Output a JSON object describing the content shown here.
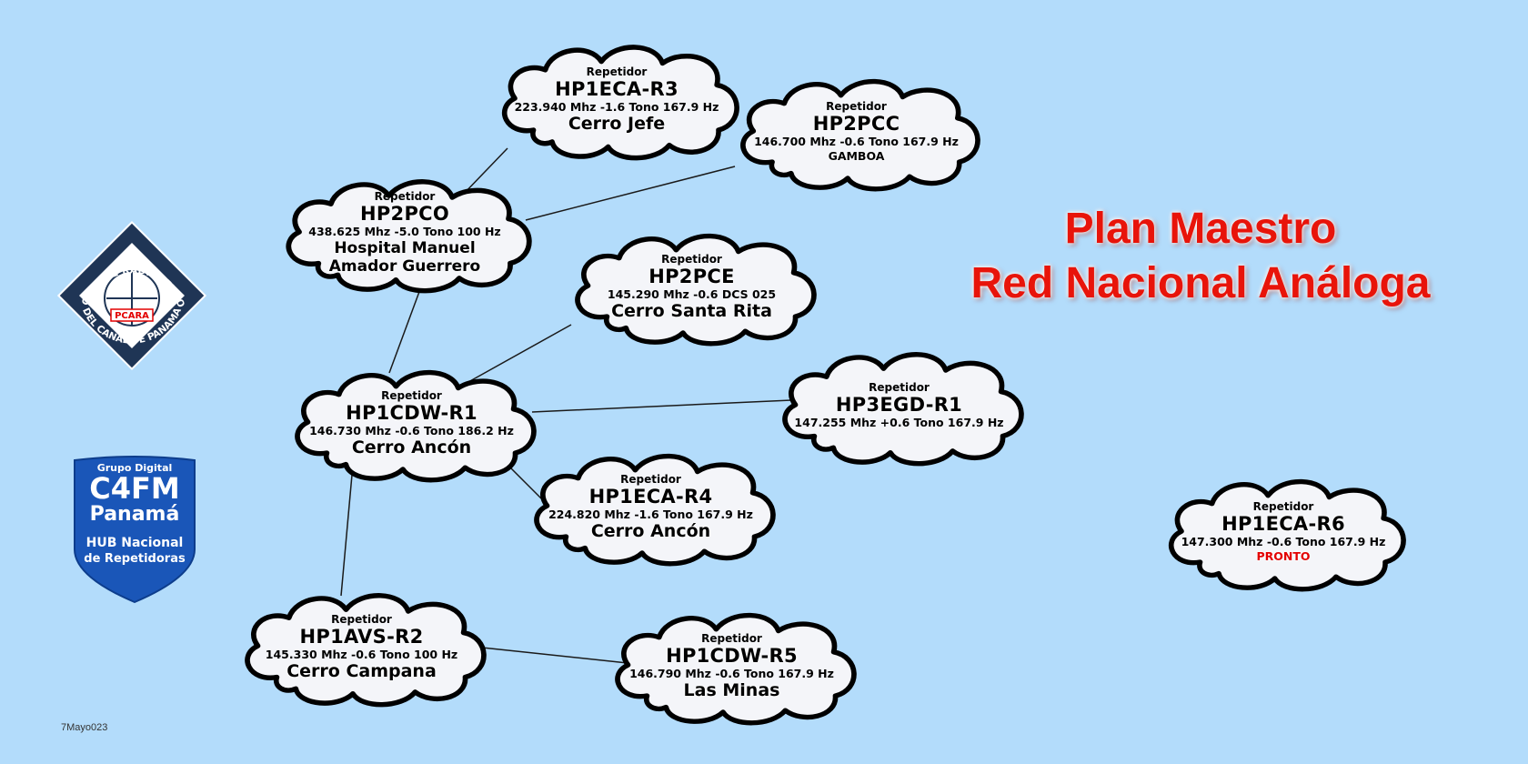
{
  "title": {
    "line1": "Plan Maestro",
    "line2": "Red Nacional Análoga",
    "color": "#e8140a"
  },
  "date": "7Mayo023",
  "logos": {
    "pcara": {
      "top_text": "ASOCIACION DE RADIOAFICIONADOS",
      "bottom_text": "DEL CANAL DE PANAMA",
      "badge": "PCARA",
      "badge_color": "#e30000",
      "frame_color": "#1f3555"
    },
    "c4fm": {
      "line1": "Grupo Digital",
      "line2": "C4FM",
      "line3": "Panamá",
      "line4": "HUB Nacional",
      "line5": "de Repetidoras",
      "color": "#1a56b8"
    }
  },
  "colors": {
    "background": "#b3dcfb",
    "cloud_fill": "#f4f5f9",
    "cloud_stroke": "#000000",
    "link": "#1a1a1a",
    "pronto": "#e30000"
  },
  "nodes": [
    {
      "id": "hp1eca-r3",
      "label": "Repetidor",
      "callsign": "HP1ECA-R3",
      "freq": "223.940 Mhz -1.6 Tono 167.9 Hz",
      "location": [
        "Cerro Jefe"
      ],
      "loc_style": "large"
    },
    {
      "id": "hp2pcc",
      "label": "Repetidor",
      "callsign": "HP2PCC",
      "freq": "146.700 Mhz -0.6 Tono 167.9 Hz",
      "location": [
        "GAMBOA"
      ],
      "loc_style": "small"
    },
    {
      "id": "hp2pco",
      "label": "Repetidor",
      "callsign": "HP2PCO",
      "freq": "438.625 Mhz -5.0 Tono 100 Hz",
      "location": [
        "Hospital Manuel",
        "Amador Guerrero"
      ],
      "loc_style": "medium"
    },
    {
      "id": "hp2pce",
      "label": "Repetidor",
      "callsign": "HP2PCE",
      "freq": "145.290 Mhz -0.6 DCS 025",
      "location": [
        "Cerro Santa Rita"
      ],
      "loc_style": "large"
    },
    {
      "id": "hp1cdw-r1",
      "label": "Repetidor",
      "callsign": "HP1CDW-R1",
      "freq": "146.730 Mhz -0.6 Tono 186.2 Hz",
      "location": [
        "Cerro Ancón"
      ],
      "loc_style": "large"
    },
    {
      "id": "hp3egd-r1",
      "label": "Repetidor",
      "callsign": "HP3EGD-R1",
      "freq": "147.255 Mhz +0.6 Tono 167.9 Hz",
      "location": [],
      "loc_style": "none"
    },
    {
      "id": "hp1eca-r4",
      "label": "Repetidor",
      "callsign": "HP1ECA-R4",
      "freq": "224.820 Mhz -1.6 Tono 167.9 Hz",
      "location": [
        "Cerro Ancón"
      ],
      "loc_style": "large"
    },
    {
      "id": "hp1eca-r6",
      "label": "Repetidor",
      "callsign": "HP1ECA-R6",
      "freq": "147.300 Mhz -0.6 Tono 167.9 Hz",
      "location": [
        "PRONTO"
      ],
      "loc_style": "pronto"
    },
    {
      "id": "hp1avs-r2",
      "label": "Repetidor",
      "callsign": "HP1AVS-R2",
      "freq": "145.330 Mhz -0.6 Tono 100 Hz",
      "location": [
        "Cerro Campana"
      ],
      "loc_style": "large"
    },
    {
      "id": "hp1cdw-r5",
      "label": "Repetidor",
      "callsign": "HP1CDW-R5",
      "freq": "146.790 Mhz -0.6 Tono 167.9 Hz",
      "location": [
        "Las Minas"
      ],
      "loc_style": "large"
    }
  ],
  "links": [
    {
      "from": "hp2pco",
      "to": "hp1eca-r3"
    },
    {
      "from": "hp2pco",
      "to": "hp2pcc"
    },
    {
      "from": "hp2pco",
      "to": "hp1cdw-r1"
    },
    {
      "from": "hp1cdw-r1",
      "to": "hp2pce"
    },
    {
      "from": "hp1cdw-r1",
      "to": "hp3egd-r1"
    },
    {
      "from": "hp1cdw-r1",
      "to": "hp1eca-r4"
    },
    {
      "from": "hp1cdw-r1",
      "to": "hp1avs-r2"
    },
    {
      "from": "hp1avs-r2",
      "to": "hp1cdw-r5"
    }
  ]
}
